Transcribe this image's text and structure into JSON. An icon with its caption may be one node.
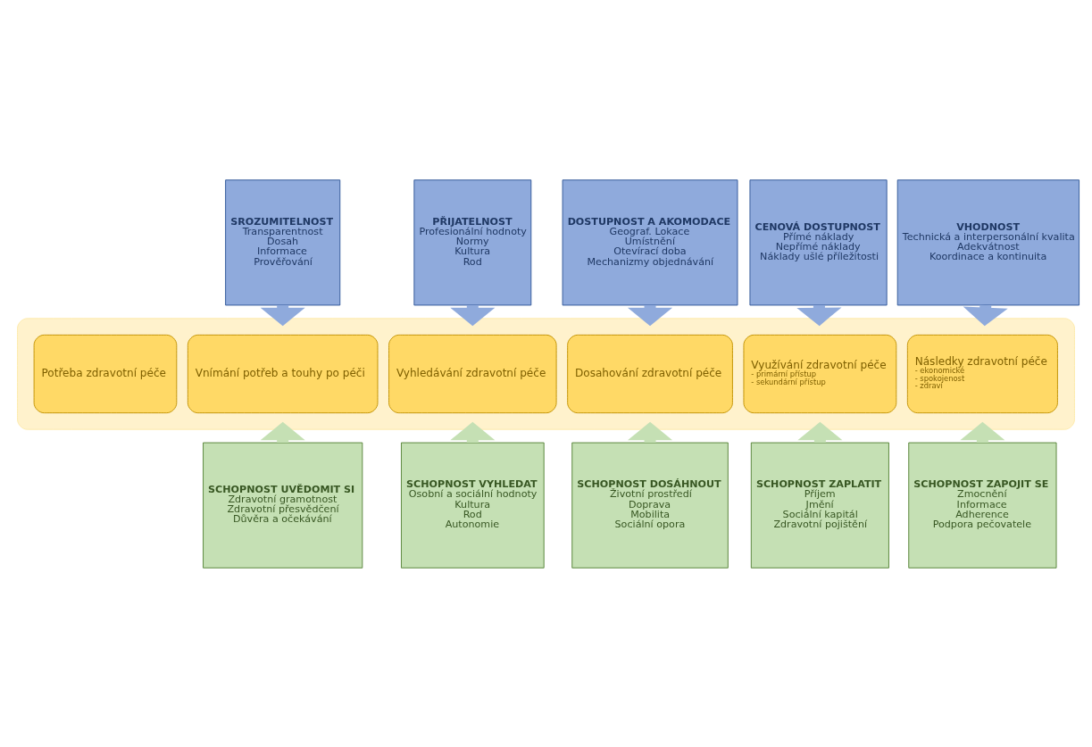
{
  "diagram": {
    "nodes": [
      {
        "text": [
          "SROZUMITELNOST",
          "Transparentnost",
          "Dosah",
          "Informace",
          "Prověřování"
        ]
      },
      {
        "text": [
          "PŘIJATELNOST",
          "Profesionální hodnoty",
          "Normy",
          "Kultura",
          "Rod"
        ]
      },
      {
        "text": [
          "DOSTUPNOST A AKOMODACE",
          "Geograf. Lokace",
          "Umístnění",
          "Otevírací doba",
          "Mechanizmy objednávání"
        ]
      },
      {
        "text": [
          "CENOVÁ DOSTUPNOST",
          "Přímé náklady",
          "Nepřímé náklady",
          "Náklady ušlé příležitosti"
        ]
      },
      {
        "text": [
          "VHODNOST",
          "Technická a interpersonální kvalita",
          "Adekvátnost",
          "Koordinace a kontinuita"
        ]
      },
      {
        "text": [],
        "shape": "arrow"
      },
      {
        "text": [
          "Potřeba zdravotní péče"
        ],
        "in": 5
      },
      {
        "text": [
          "Vnímání potřeb a touhy po péči"
        ],
        "in": 5
      },
      {
        "text": [
          "Vyhledávání zdravotní péče"
        ],
        "in": 5
      },
      {
        "text": [
          "Dosahování zdravotní péče"
        ],
        "in": 5
      },
      {
        "text": [
          "Využívání zdravotní péče",
          "- primární přístup",
          "- sekundární přístup"
        ],
        "in": 5
      },
      {
        "text": [
          "Následky zdravotní péče",
          "- ekonomické",
          "- spokojenost",
          "- zdraví"
        ],
        "in": 5
      },
      {
        "text": [
          "SCHOPNOST UVĚDOMIT SI",
          "Zdravotní gramotnost",
          "Zdravotní přesvědčení",
          "Důvěra a očekávání"
        ]
      },
      {
        "text": [
          "SCHOPNOST VYHLEDAT",
          "Osobní a sociální hodnoty",
          "Kultura",
          "Rod",
          "Autonomie"
        ]
      },
      {
        "text": [
          "SCHOPNOST DOSÁHNOUT",
          "Životní prostředí",
          "Doprava",
          "Mobilita",
          "Sociální opora"
        ]
      },
      {
        "text": [
          "SCHOPNOST ZAPLATIT",
          "Příjem",
          "Jmění",
          "Sociální kapitál",
          "Zdravotní pojištění"
        ]
      },
      {
        "text": [
          "SCHOPNOST ZAPOJIT SE",
          "Zmocnění",
          "Informace",
          "Adherence",
          "Podpora pečovatele"
        ]
      }
    ],
    "edges": [
      {
        "from": 0,
        "to": 5,
        "arrow": "to"
      },
      {
        "from": 1,
        "to": 5,
        "arrow": "to"
      },
      {
        "from": 2,
        "to": 5,
        "arrow": "to"
      },
      {
        "from": 3,
        "to": 5,
        "arrow": "to"
      },
      {
        "from": 4,
        "to": 5,
        "arrow": "to"
      },
      {
        "from": 12,
        "to": 5,
        "arrow": "to"
      },
      {
        "from": 13,
        "to": 5,
        "arrow": "to"
      },
      {
        "from": 14,
        "to": 5,
        "arrow": "to"
      },
      {
        "from": 15,
        "to": 5,
        "arrow": "to"
      },
      {
        "from": 16,
        "to": 5,
        "arrow": "to"
      }
    ]
  }
}
